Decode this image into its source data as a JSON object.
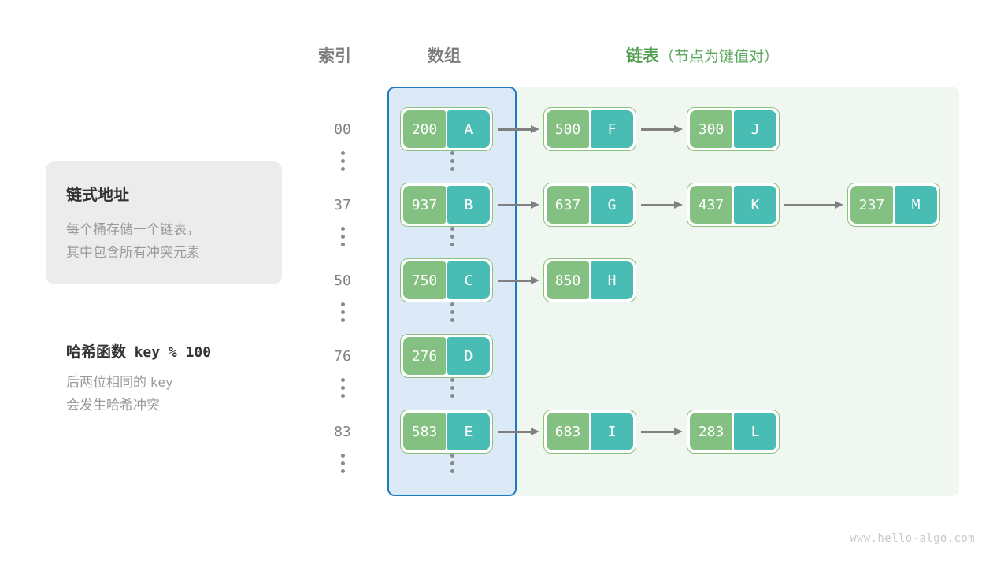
{
  "headers": {
    "index": "索引",
    "array": "数组",
    "list_main": "链表",
    "list_sub": "（节点为键值对）"
  },
  "info_card": {
    "title": "链式地址",
    "line1": "每个桶存储一个链表，",
    "line2": "其中包含所有冲突元素"
  },
  "hash_note": {
    "title_label": "哈希函数",
    "title_code": "key % 100",
    "line1_prefix": "后两位相同的",
    "line1_code": "key",
    "line2": "会发生哈希冲突"
  },
  "colors": {
    "array_fill": "#dce9f6",
    "array_border": "#1f7ac4",
    "list_fill": "#f0f6f0",
    "node_border": "#8cc07f",
    "key_fill": "#84c081",
    "value_fill": "#49bcb4",
    "arrow": "#808080",
    "header_gray": "#7d7d7d",
    "header_green": "#4e9e50",
    "card_bg": "#ececec"
  },
  "buckets": [
    {
      "index": "00",
      "nodes": [
        {
          "key": "200",
          "value": "A"
        },
        {
          "key": "500",
          "value": "F"
        },
        {
          "key": "300",
          "value": "J"
        }
      ]
    },
    {
      "index": "37",
      "nodes": [
        {
          "key": "937",
          "value": "B"
        },
        {
          "key": "637",
          "value": "G"
        },
        {
          "key": "437",
          "value": "K"
        },
        {
          "key": "237",
          "value": "M"
        }
      ]
    },
    {
      "index": "50",
      "nodes": [
        {
          "key": "750",
          "value": "C"
        },
        {
          "key": "850",
          "value": "H"
        }
      ]
    },
    {
      "index": "76",
      "nodes": [
        {
          "key": "276",
          "value": "D"
        }
      ]
    },
    {
      "index": "83",
      "nodes": [
        {
          "key": "583",
          "value": "E"
        },
        {
          "key": "683",
          "value": "I"
        },
        {
          "key": "283",
          "value": "L"
        }
      ]
    }
  ],
  "ellipsis_symbol": "⋮",
  "watermark": "www.hello-algo.com"
}
